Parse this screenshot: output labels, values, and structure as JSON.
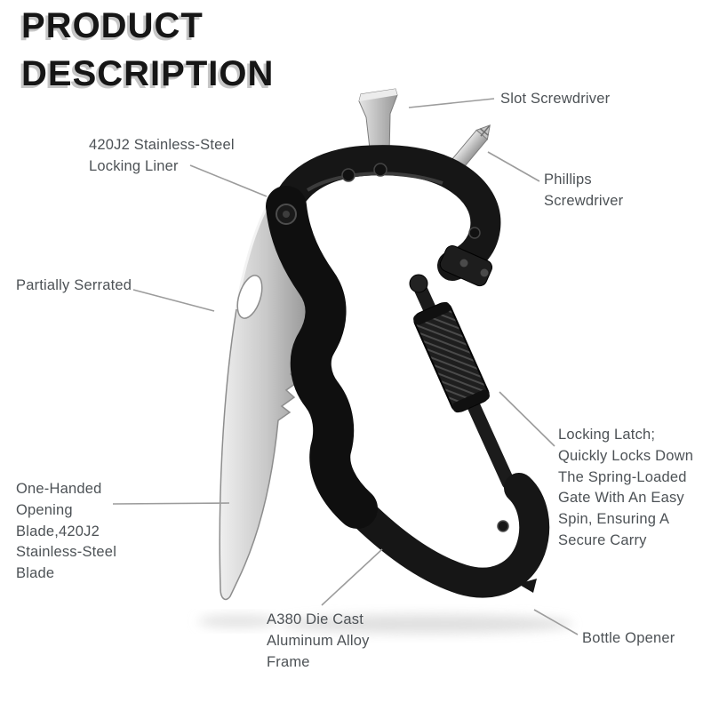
{
  "title": {
    "line1": "PRODUCT",
    "line2": "DESCRIPTION"
  },
  "product": {
    "subject": "carabiner-multi-tool",
    "colors": {
      "frame": "#161616",
      "blade": "#c9c9c9",
      "label_text": "#4d5256",
      "leader_line": "#9c9c9c",
      "background": "#ffffff"
    }
  },
  "labels": [
    {
      "id": "slot-screwdriver",
      "text": "Slot Screwdriver"
    },
    {
      "id": "locking-liner",
      "text": "420J2 Stainless-Steel Locking Liner"
    },
    {
      "id": "phillips-screwdriver",
      "text": "Phillips Screwdriver"
    },
    {
      "id": "partially-serrated",
      "text": "Partially Serrated"
    },
    {
      "id": "locking-latch",
      "text": "Locking Latch; Quickly Locks Down The Spring-Loaded Gate With An Easy Spin, Ensuring A Secure Carry"
    },
    {
      "id": "one-handed-blade",
      "text": "One-Handed Opening Blade,420J2 Stainless-Steel Blade"
    },
    {
      "id": "frame",
      "text": "A380 Die Cast Aluminum Alloy Frame"
    },
    {
      "id": "bottle-opener",
      "text": "Bottle Opener"
    }
  ]
}
